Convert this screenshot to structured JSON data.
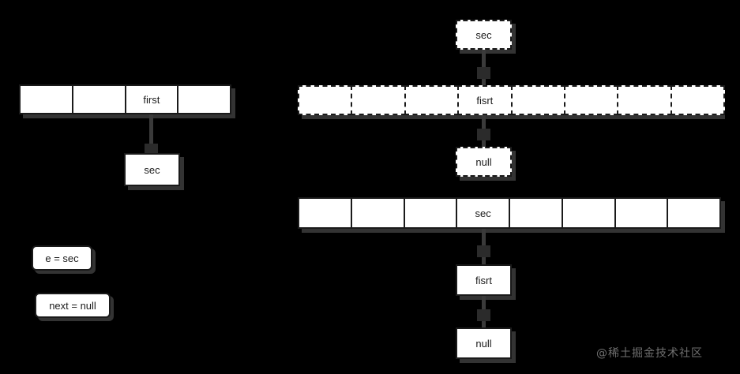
{
  "diagram": {
    "background_color": "#000000",
    "box_fill_color": "#ffffff",
    "box_border_color": "#1a1a1a",
    "shadow_color": "#333333",
    "connector_color": "#3a3a3a",
    "left_panel": {
      "array": {
        "name": "left-array",
        "style": "solid",
        "cells": [
          "",
          "",
          "first",
          ""
        ]
      },
      "node": {
        "name": "left-sec-node",
        "style": "solid",
        "label": "sec"
      },
      "labels": [
        {
          "name": "assignment-e-sec",
          "text": "e = sec"
        },
        {
          "name": "assignment-next-null",
          "text": "next = null"
        }
      ]
    },
    "right_panel": {
      "top_node": {
        "name": "top-sec-node",
        "style": "dashed",
        "label": "sec"
      },
      "dashed_array": {
        "name": "dashed-array",
        "style": "dashed",
        "cells": [
          "",
          "",
          "",
          "fisrt",
          "",
          "",
          "",
          ""
        ]
      },
      "null_node": {
        "name": "dashed-null-node",
        "style": "dashed",
        "label": "null"
      },
      "solid_array": {
        "name": "solid-array",
        "style": "solid",
        "cells": [
          "",
          "",
          "",
          "sec",
          "",
          "",
          "",
          ""
        ]
      },
      "chain": [
        {
          "name": "chain-fisrt-node",
          "style": "solid",
          "label": "fisrt"
        },
        {
          "name": "chain-null-node",
          "style": "solid",
          "label": "null"
        }
      ]
    },
    "watermark": {
      "text": "@稀土掘金技术社区",
      "color": "#6f6f6f"
    }
  }
}
